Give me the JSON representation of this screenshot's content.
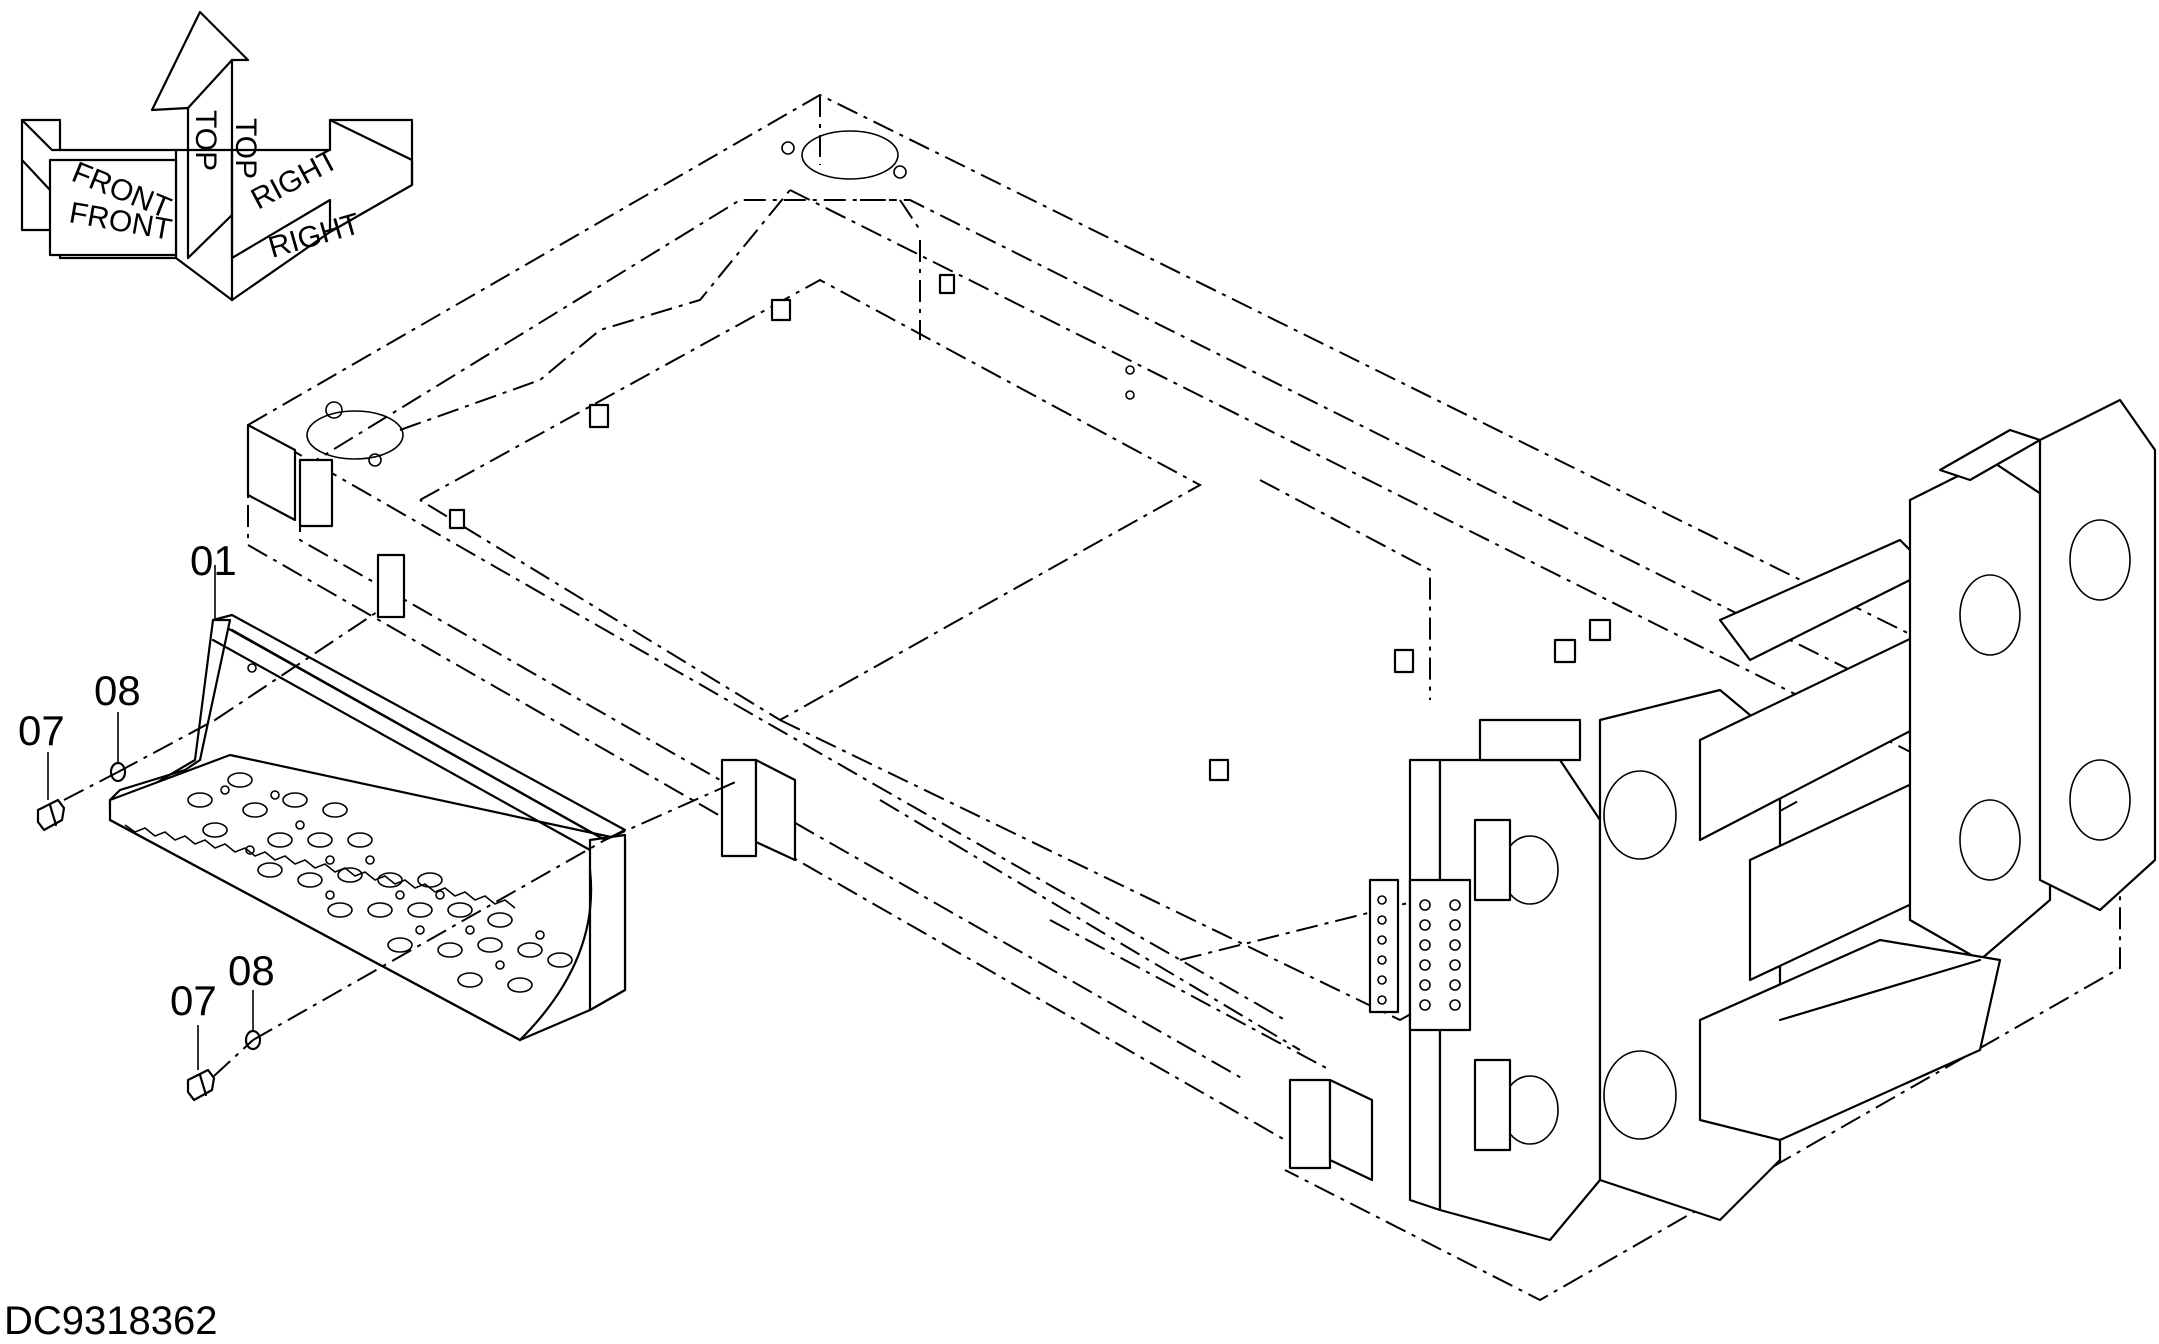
{
  "drawing": {
    "document_id": "DC9318362",
    "orientation_labels": {
      "front_1": "FRONT",
      "front_2": "FRONT",
      "top_1": "TOP",
      "top_2": "TOP",
      "right_1": "RIGHT",
      "right_2": "RIGHT"
    },
    "callouts": {
      "step": "01",
      "washer_upper": "08",
      "bolt_upper": "07",
      "washer_lower": "08",
      "bolt_lower": "07"
    },
    "parts": [
      {
        "ref": "01",
        "name": "step"
      },
      {
        "ref": "07",
        "name": "bolt"
      },
      {
        "ref": "08",
        "name": "washer"
      }
    ]
  }
}
